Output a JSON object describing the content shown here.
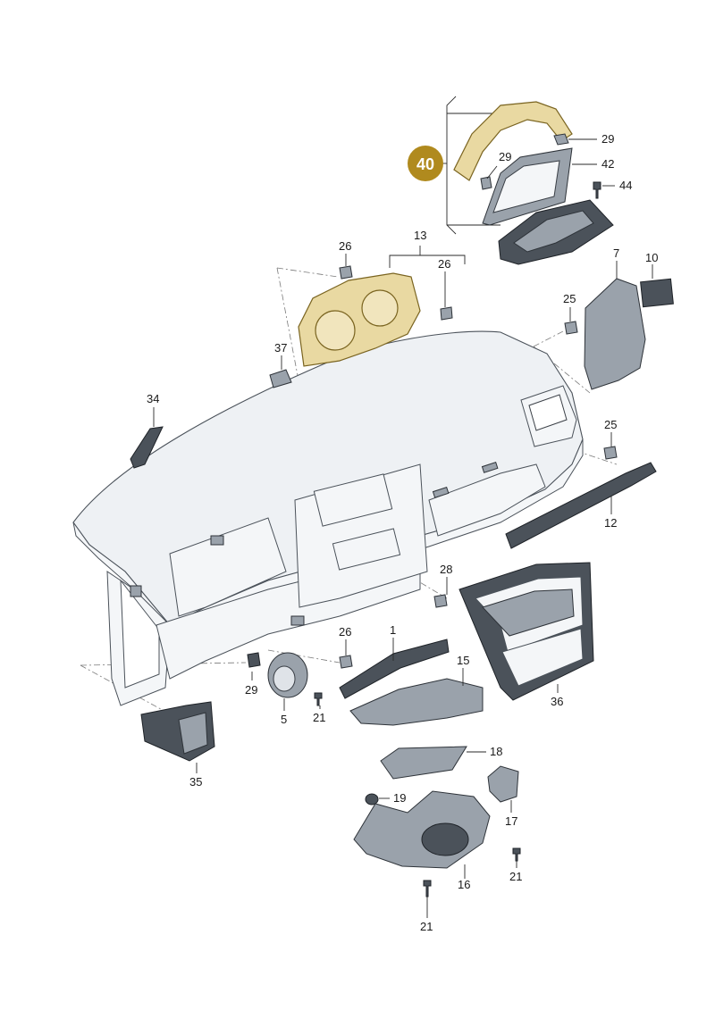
{
  "highlight": {
    "number": "40",
    "color": "#b08a1e",
    "part_color": "#e9d9a2"
  },
  "callouts": {
    "c29a": "29",
    "c42": "42",
    "c29b": "29",
    "c44": "44",
    "c13": "13",
    "c26a": "26",
    "c26b": "26",
    "c7": "7",
    "c10": "10",
    "c25a": "25",
    "c37": "37",
    "c34": "34",
    "c25b": "25",
    "c12": "12",
    "c28": "28",
    "c26c": "26",
    "c1": "1",
    "c15": "15",
    "c29c": "29",
    "c5": "5",
    "c21a": "21",
    "c36": "36",
    "c35": "35",
    "c18": "18",
    "c19": "19",
    "c17": "17",
    "c21b": "21",
    "c16": "16",
    "c21c": "21"
  }
}
